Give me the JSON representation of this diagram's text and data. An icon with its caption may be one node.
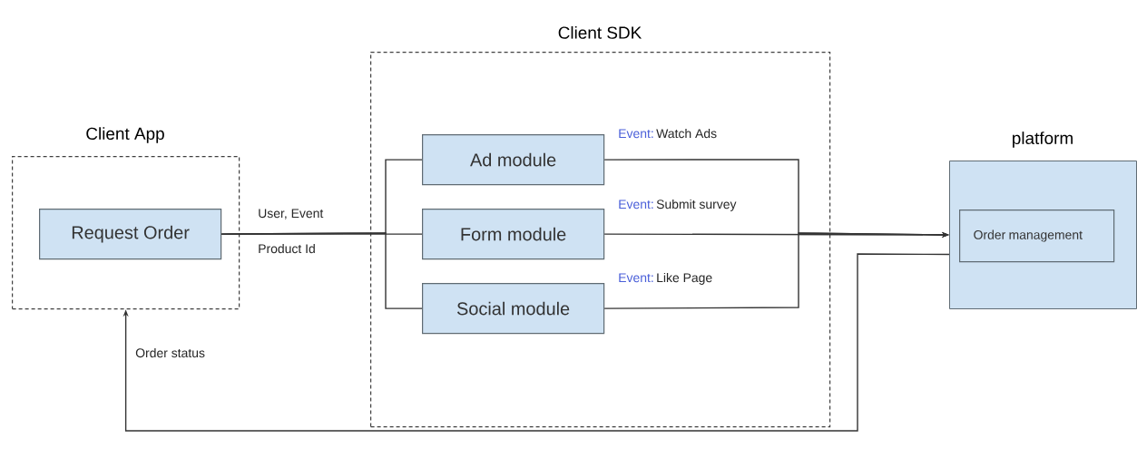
{
  "diagram": {
    "nodes": [
      {
        "text": [
          "Client App"
        ]
      },
      {
        "text": [
          "Request Order"
        ],
        "in": 0
      },
      {
        "text": [
          "Client SDK"
        ]
      },
      {
        "text": [
          "Ad module"
        ],
        "in": 2
      },
      {
        "text": [
          "Form module"
        ],
        "in": 2
      },
      {
        "text": [
          "Social module"
        ],
        "in": 2
      },
      {
        "text": [
          "platform"
        ]
      },
      {
        "text": [
          "Order management"
        ],
        "in": 6
      }
    ],
    "edges": [
      {
        "from": 1,
        "to": 4,
        "arrow": "none",
        "label": "User, Event"
      },
      {
        "from": 1,
        "to": 3,
        "arrow": "none"
      },
      {
        "from": 1,
        "to": 5,
        "arrow": "none"
      },
      {
        "from": 3,
        "to": 6,
        "arrow": "to",
        "label": "Watch Ads"
      },
      {
        "from": 4,
        "to": 6,
        "arrow": "to",
        "label": "Submit survey"
      },
      {
        "from": 5,
        "to": 6,
        "arrow": "to",
        "label": "Like Page"
      },
      {
        "from": 6,
        "to": 0,
        "arrow": "to",
        "label": "Order status"
      }
    ],
    "labels": [
      "Product Id",
      "Event:",
      "Event:",
      "Event:"
    ]
  }
}
